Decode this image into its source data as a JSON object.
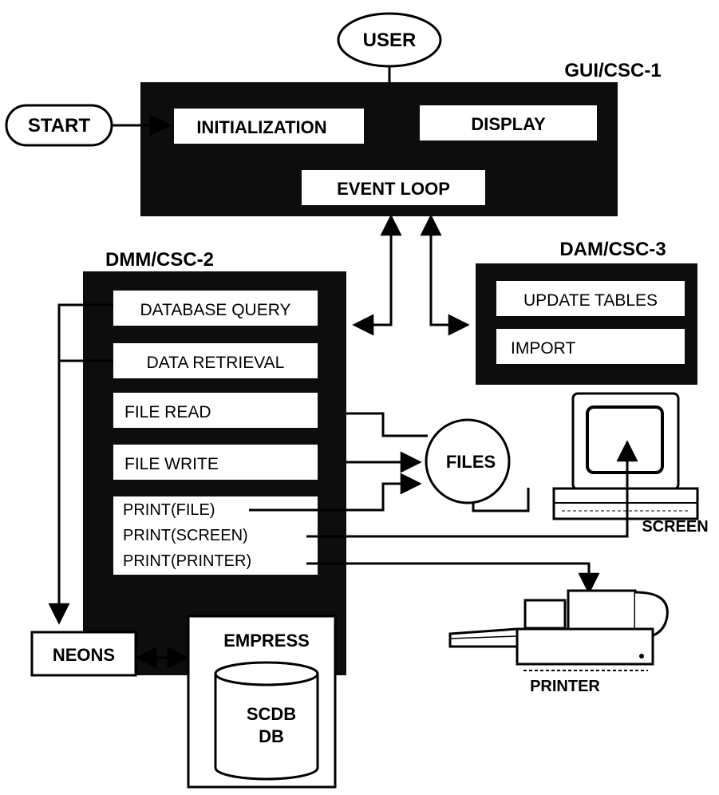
{
  "user": "USER",
  "start": "START",
  "gui": {
    "title": "GUI/CSC-1",
    "initialization": "INITIALIZATION",
    "display": "DISPLAY",
    "event_loop": "EVENT LOOP"
  },
  "dmm": {
    "title": "DMM/CSC-2",
    "database_query": "DATABASE QUERY",
    "data_retrieval": "DATA  RETRIEVAL",
    "file_read": "FILE READ",
    "file_write": "FILE WRITE",
    "print_file": "PRINT(FILE)",
    "print_screen": "PRINT(SCREEN)",
    "print_printer": "PRINT(PRINTER)"
  },
  "dam": {
    "title": "DAM/CSC-3",
    "update_tables": "UPDATE TABLES",
    "import": "IMPORT"
  },
  "files": "FILES",
  "screen": "SCREEN",
  "printer": "PRINTER",
  "neons": "NEONS",
  "empress": {
    "title": "EMPRESS",
    "db_line1": "SCDB",
    "db_line2": "DB"
  }
}
